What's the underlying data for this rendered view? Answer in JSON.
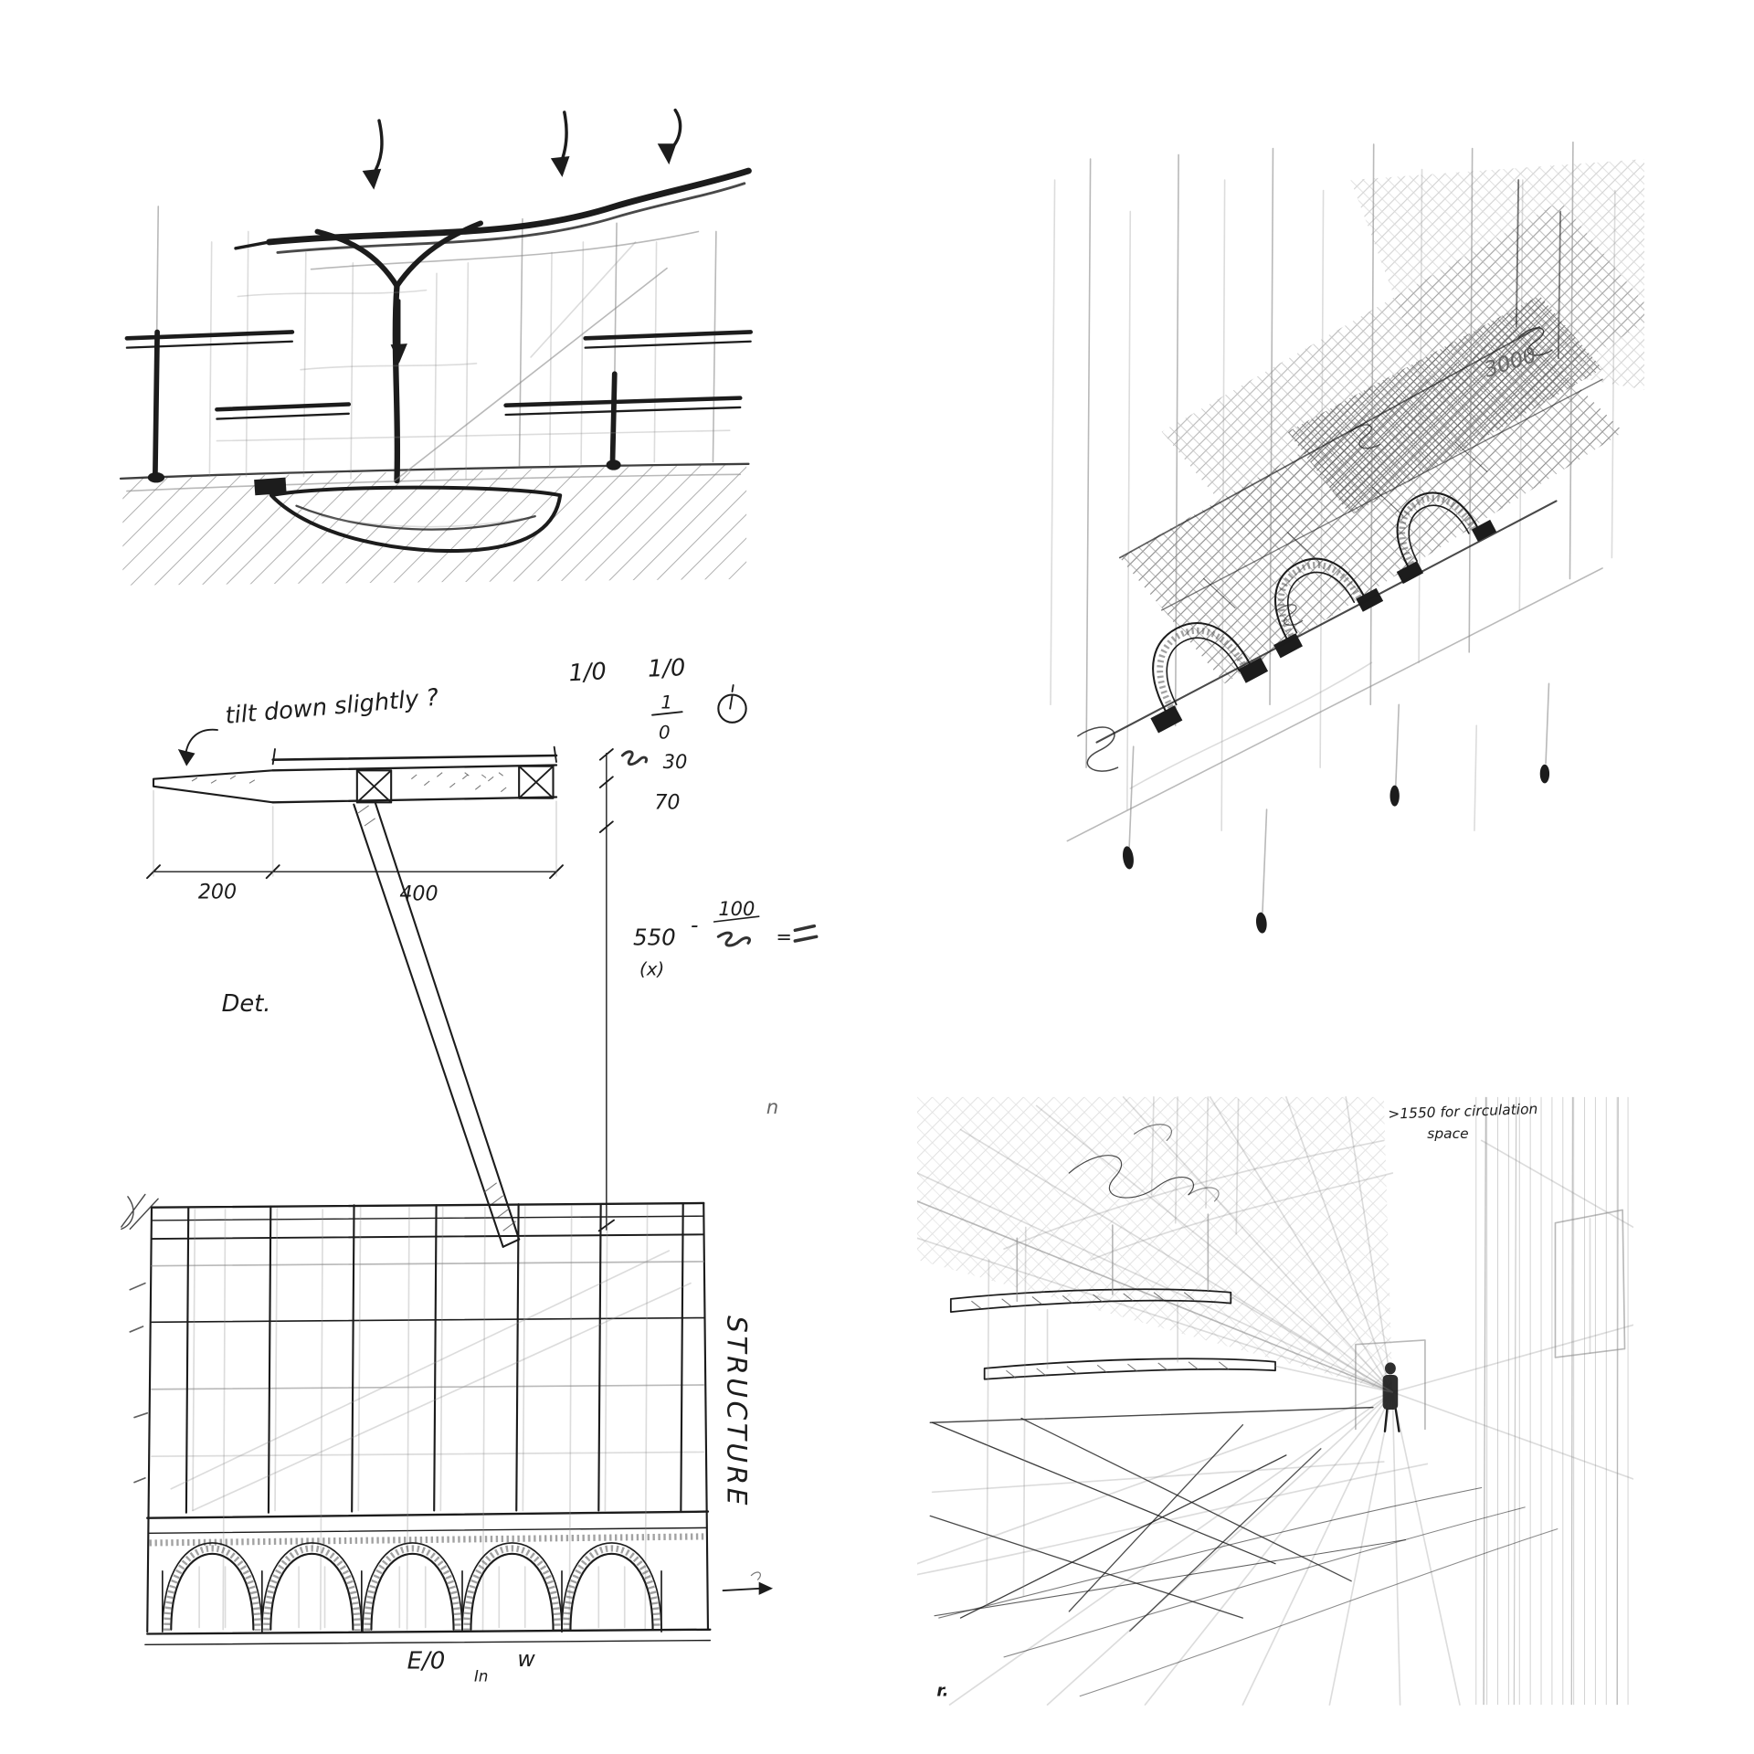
{
  "page": {
    "background": "#ffffff"
  },
  "colors": {
    "ink": "#1c1c1c",
    "pencil": "#8a8a8a",
    "red_accent": "#c5281c"
  },
  "sketches": {
    "facade_perspective": {
      "dim_3000": "3000"
    },
    "detail": {
      "note_tilt": "tilt down slightly ?",
      "ratio_a": "1/0",
      "ratio_b": "1/0",
      "fraction_numerator": "1",
      "fraction_denominator": "0",
      "dim_30": "30",
      "dim_70": "70",
      "dim_200": "200",
      "dim_400": "400",
      "dim_550": "550",
      "dim_x": "(x)",
      "minus": "-",
      "dim_100": "100",
      "equals": "=",
      "label_det": "Det.",
      "stray_mark": "n"
    },
    "elevation": {
      "label_structure": "STRUCTURE",
      "label_e0": "E/0",
      "label_w": "w",
      "label_in": "In"
    },
    "interior": {
      "note_line1": ">1550 for circulation",
      "note_line2": "space",
      "red_mark": "r."
    }
  }
}
